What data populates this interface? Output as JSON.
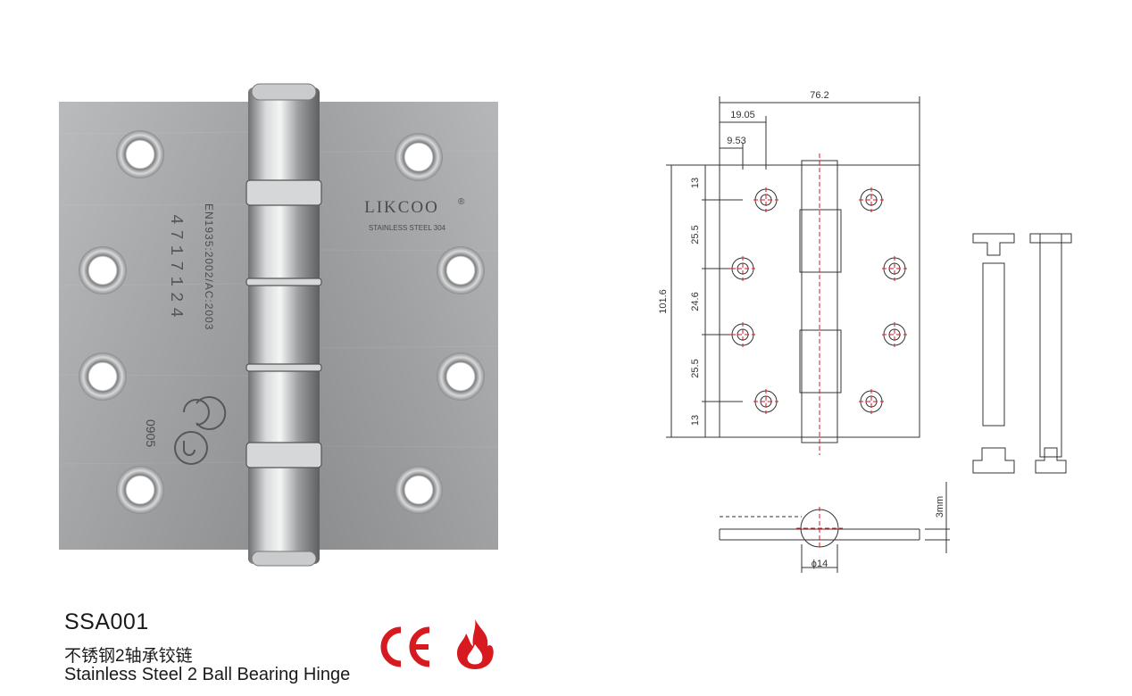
{
  "product": {
    "model": "SSA001",
    "name_cn": "不锈钢2轴承铰链",
    "name_en": "Stainless Steel 2 Ball Bearing Hinge"
  },
  "photo": {
    "brand": "LIKCOO",
    "brand_mark": "®",
    "material": "STAINLESS STEEL 304",
    "standard": "EN1935:2002/AC:2003",
    "grade_code": "4717124",
    "notified_body": "0905",
    "marks": [
      "CE",
      "UL"
    ]
  },
  "certifications": [
    {
      "label": "CE",
      "icon": "ce-mark-icon",
      "color": "#d71920"
    },
    {
      "label": "",
      "icon": "fire-rated-icon",
      "color": "#d71920"
    }
  ],
  "dimensions": {
    "width": "76.2",
    "leaf_offset": "19.05",
    "hole_offset": "9.53",
    "height": "101.6",
    "gaps": [
      "13",
      "25.5",
      "24.6",
      "25.5",
      "13"
    ],
    "thickness": "3mm",
    "knuckle_diameter": "ϕ14"
  },
  "colors": {
    "steel": "#a7a9ab",
    "centerline": "#d71920",
    "line": "#333333"
  }
}
